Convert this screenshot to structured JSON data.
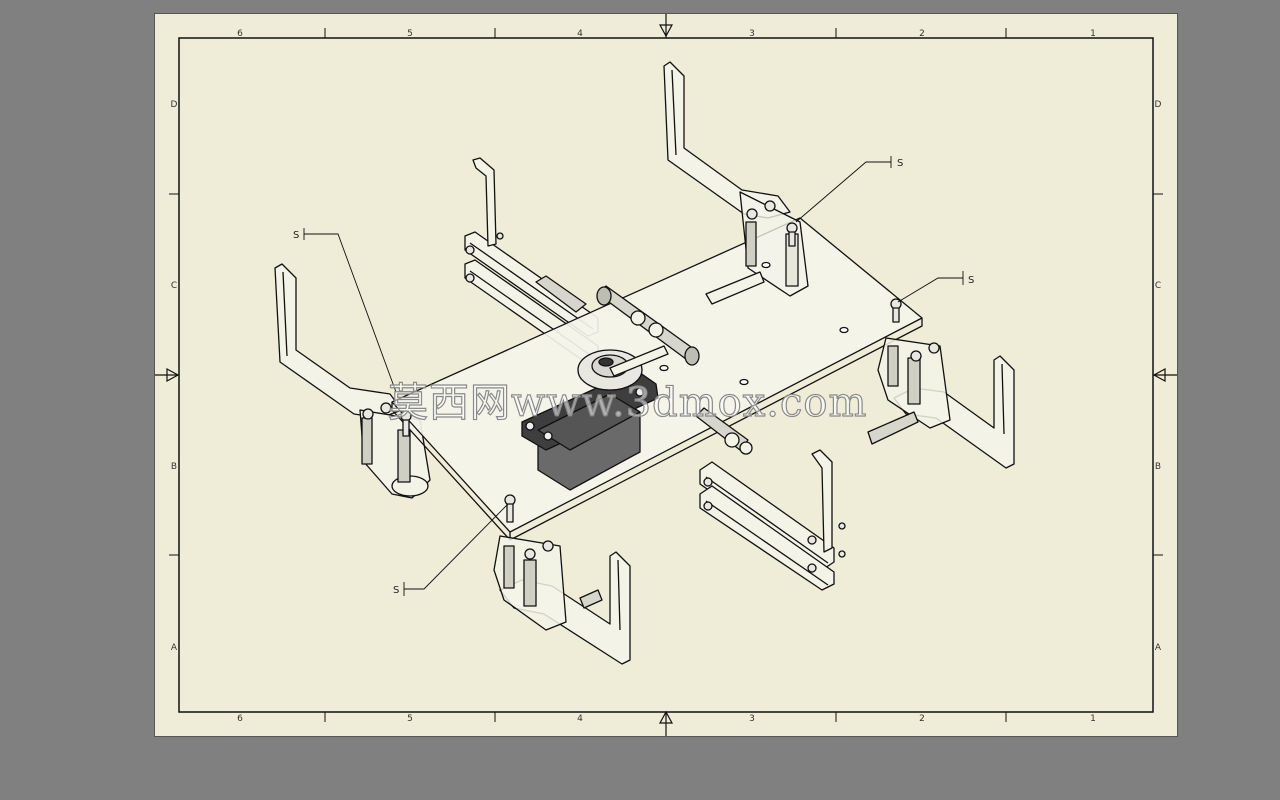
{
  "sheet": {
    "column_labels": [
      "6",
      "5",
      "4",
      "3",
      "2",
      "1"
    ],
    "row_labels": [
      "D",
      "C",
      "B",
      "A"
    ]
  },
  "callouts": [
    {
      "text": "S"
    },
    {
      "text": "S"
    },
    {
      "text": "S"
    },
    {
      "text": "S"
    }
  ],
  "watermark": "莫西网www.3dmox.com",
  "colors": {
    "sheet_bg": "#efedd8",
    "part_fill": "#f3f3e8",
    "line": "#111111",
    "servo": "#4a4a4a"
  }
}
